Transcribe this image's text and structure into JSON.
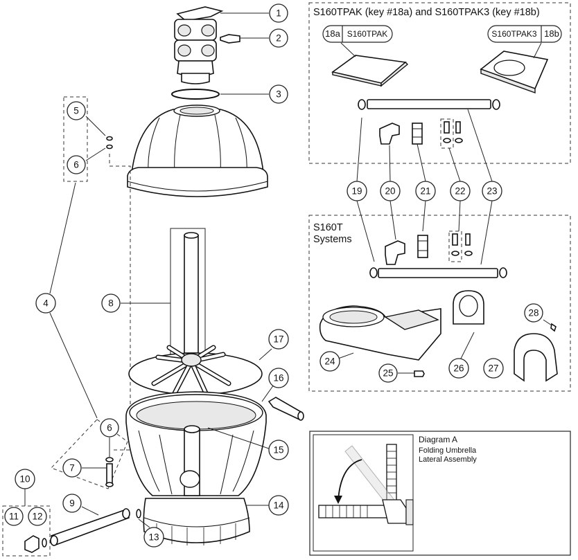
{
  "headers": {
    "kit": "S160TPAK (key #18a) and S160TPAK3 (key #18b)",
    "systems_line1": "S160T",
    "systems_line2": "Systems"
  },
  "kit_tags": {
    "tag_18a_key": "18a",
    "tag_18a_model": "S160TPAK",
    "tag_18b_model": "S160TPAK3",
    "tag_18b_key": "18b"
  },
  "diagram_a": {
    "title": "Diagram A",
    "line1": "Folding Umbrella",
    "line2": "Lateral Assembly"
  },
  "callouts": {
    "c1": "1",
    "c2": "2",
    "c3": "3",
    "c4": "4",
    "c5": "5",
    "c6a": "6",
    "c6b": "6",
    "c7": "7",
    "c8": "8",
    "c9": "9",
    "c10": "10",
    "c11": "11",
    "c12": "12",
    "c13": "13",
    "c14": "14",
    "c15": "15",
    "c16": "16",
    "c17": "17",
    "c19": "19",
    "c20": "20",
    "c21": "21",
    "c22": "22",
    "c23": "23",
    "c24": "24",
    "c25": "25",
    "c26": "26",
    "c27": "27",
    "c28": "28"
  }
}
